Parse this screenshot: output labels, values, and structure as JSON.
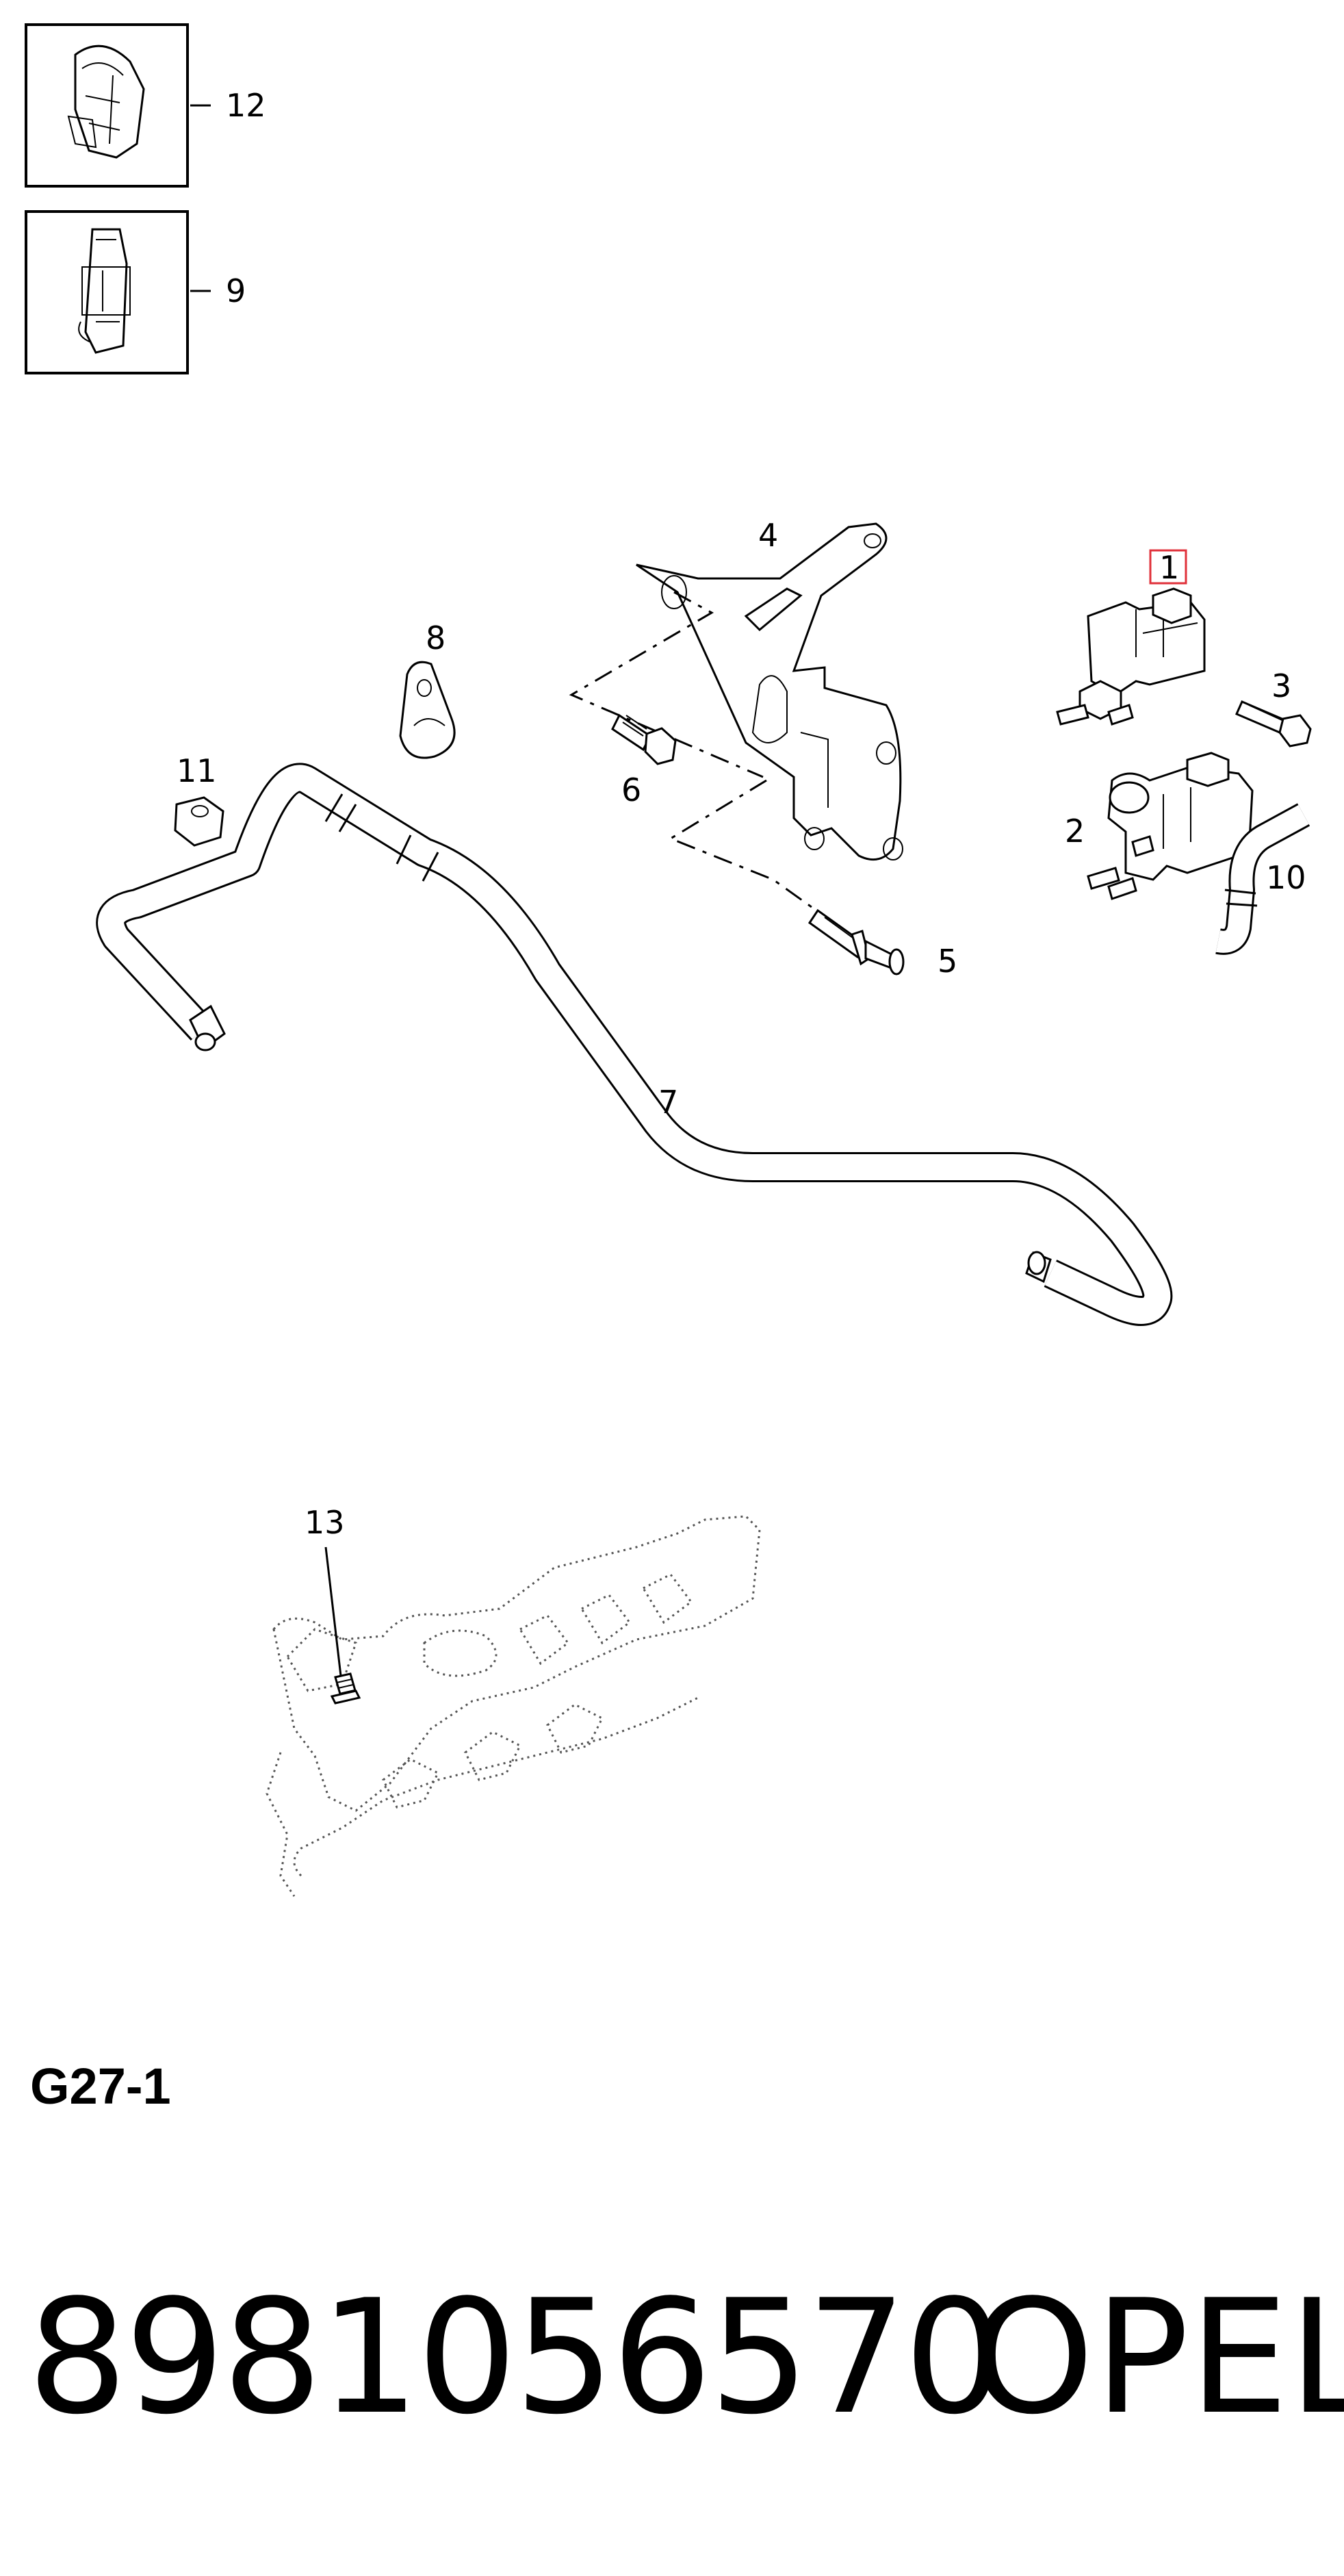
{
  "callouts": {
    "c1": "1",
    "c2": "2",
    "c3": "3",
    "c4": "4",
    "c5": "5",
    "c6": "6",
    "c7": "7",
    "c8": "8",
    "c9": "9",
    "c10": "10",
    "c11": "11",
    "c12": "12",
    "c13": "13"
  },
  "highlight_color": "#e0303a",
  "section_label": "G27-1",
  "footer": {
    "part_number": "8981056570",
    "brand": "OPEL"
  }
}
